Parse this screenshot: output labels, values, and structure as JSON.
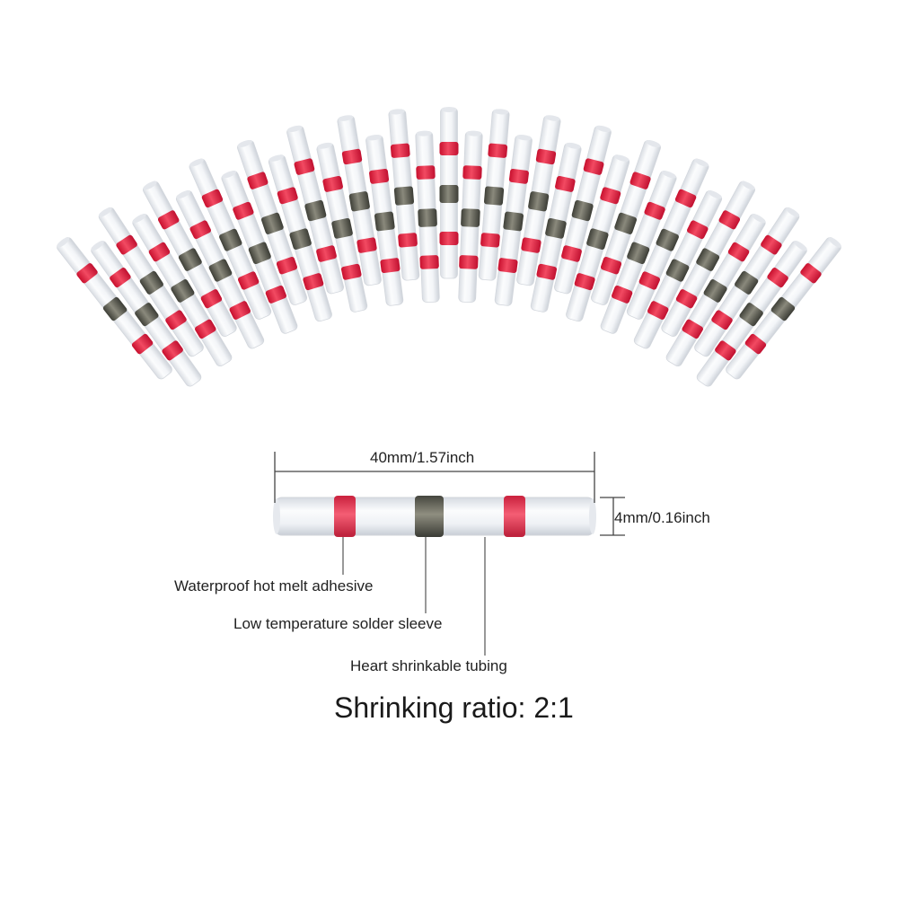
{
  "dimensions": {
    "length": "40mm/1.57inch",
    "diameter": "4mm/0.16inch"
  },
  "callouts": {
    "adhesive": "Waterproof hot melt adhesive",
    "solder": "Low temperature solder sleeve",
    "tubing": "Heart shrinkable tubing"
  },
  "ratio": "Shrinking ratio: 2:1",
  "colors": {
    "tube": "#f1f3f6",
    "ring_red": "#e8203a",
    "solder_band": "#6b6a60",
    "line": "#555555"
  },
  "connector_count": 33
}
